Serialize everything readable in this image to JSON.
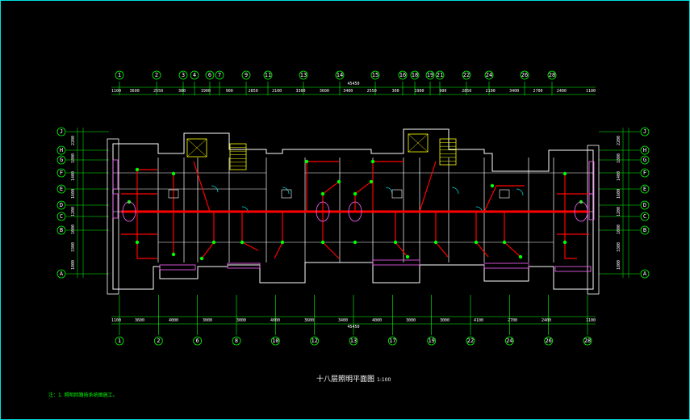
{
  "drawing": {
    "title": "十八层照明平面图",
    "scale": "1:100",
    "note": "注：1. 照明回路按系统图施工。"
  },
  "axes": {
    "top": [
      "1",
      "2",
      "3",
      "4",
      "6",
      "7",
      "9",
      "11",
      "13",
      "14",
      "15",
      "16",
      "18",
      "19",
      "21",
      "22",
      "24",
      "26",
      "28"
    ],
    "bottom": [
      "1",
      "2",
      "6",
      "8",
      "10",
      "12",
      "13",
      "17",
      "19",
      "22",
      "24",
      "26",
      "28"
    ],
    "left": [
      "J",
      "H",
      "G",
      "F",
      "E",
      "D",
      "C",
      "B",
      "A"
    ],
    "right": [
      "J",
      "H",
      "G",
      "F",
      "E",
      "D",
      "C",
      "B",
      "A"
    ]
  },
  "dimensions": {
    "top": [
      "1100",
      "3600",
      "2550",
      "300",
      "1900",
      "900",
      "2850",
      "2100",
      "3300",
      "3600",
      "3400",
      "2550",
      "300",
      "1900",
      "900",
      "2850",
      "2100",
      "3400",
      "2700",
      "2400",
      "1100"
    ],
    "top_total": "45450",
    "bottom": [
      "1100",
      "3600",
      "4000",
      "3000",
      "3000",
      "4000",
      "3600",
      "3400",
      "4000",
      "3000",
      "3000",
      "4100",
      "2700",
      "2400",
      "1100"
    ],
    "bottom_total": "45450",
    "left": [
      "2200",
      "1800",
      "1400",
      "1600",
      "1200",
      "1000",
      "3300",
      "1800"
    ],
    "right": [
      "2200",
      "1800",
      "1400",
      "1600",
      "1200",
      "1000",
      "3300",
      "1800"
    ]
  },
  "colors": {
    "frame": "#00e0e0",
    "axis": "#00ff00",
    "wall": "#ffffff",
    "wiring": "#ff0000",
    "fixtures": "#00ff00",
    "stairs": "#ffff00",
    "balcony": "#ff66ff",
    "text": "#ffffff"
  }
}
